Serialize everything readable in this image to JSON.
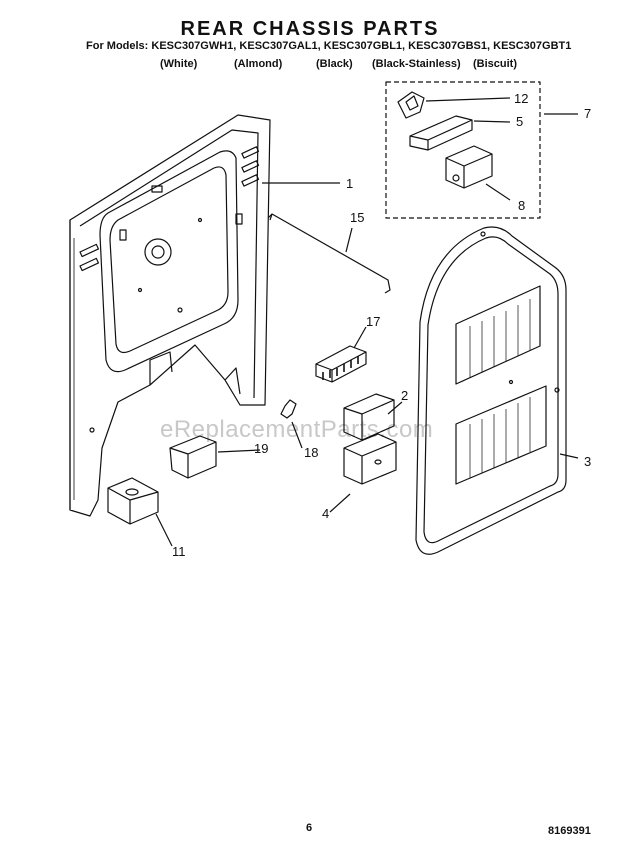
{
  "title": "REAR CHASSIS PARTS",
  "models_line": "For Models: KESC307GWH1, KESC307GAL1, KESC307GBL1, KESC307GBS1, KESC307GBT1",
  "colors": [
    "(White)",
    "(Almond)",
    "(Black)",
    "(Black-Stainless)",
    "(Biscuit)"
  ],
  "corner_mark": "",
  "watermark": "eReplacementParts.com",
  "page_number": "6",
  "document_number": "8169391",
  "callouts": [
    "12",
    "7",
    "5",
    "1",
    "15",
    "8",
    "17",
    "2",
    "3",
    "19",
    "18",
    "4",
    "11"
  ]
}
